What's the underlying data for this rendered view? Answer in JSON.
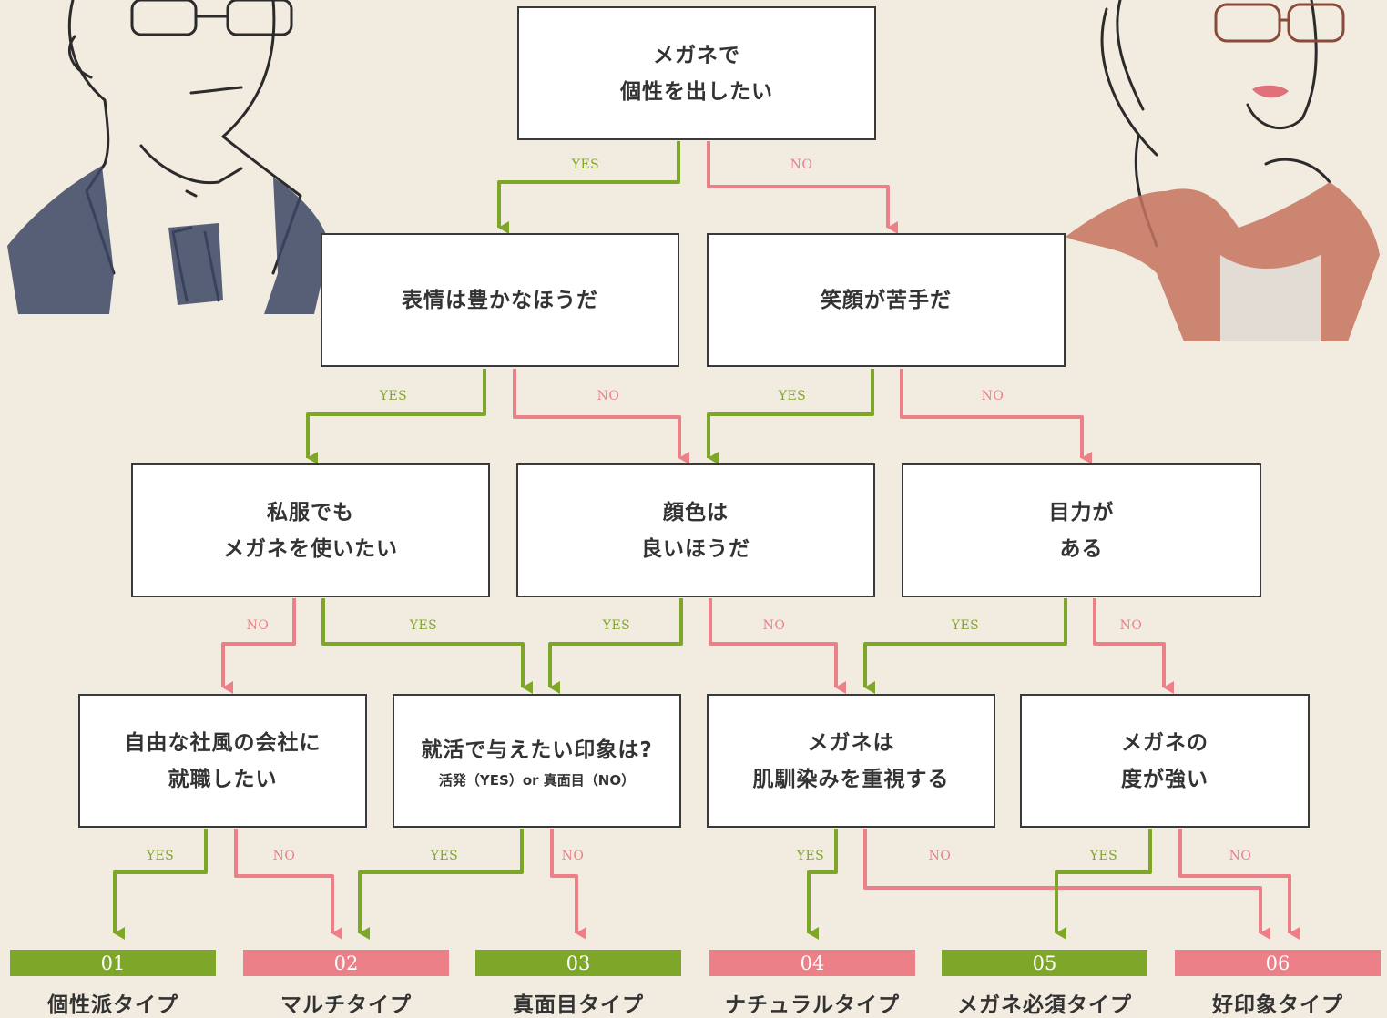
{
  "colors": {
    "background": "#f2ebdf",
    "yes_green": "#7ea72a",
    "no_pink": "#ec8088",
    "box_border": "#3a3a3a",
    "text": "#333333"
  },
  "labels": {
    "yes": "YES",
    "no": "NO"
  },
  "questions": [
    {
      "id": "q1",
      "text": "メガネで\n個性を出したい"
    },
    {
      "id": "q2",
      "text": "表情は豊かなほうだ"
    },
    {
      "id": "q3",
      "text": "笑顔が苦手だ"
    },
    {
      "id": "q4",
      "text": "私服でも\nメガネを使いたい"
    },
    {
      "id": "q5",
      "text": "顔色は\n良いほうだ"
    },
    {
      "id": "q6",
      "text": "目力が\nある"
    },
    {
      "id": "q7",
      "text": "自由な社風の会社に\n就職したい"
    },
    {
      "id": "q8",
      "text": "就活で与えたい印象は?",
      "sub": "活発（YES）or 真面目（NO）"
    },
    {
      "id": "q9",
      "text": "メガネは\n肌馴染みを重視する"
    },
    {
      "id": "q10",
      "text": "メガネの\n度が強い"
    }
  ],
  "results": [
    {
      "num": "01",
      "name": "個性派タイプ",
      "color": "#7ea72a"
    },
    {
      "num": "02",
      "name": "マルチタイプ",
      "color": "#ec8088"
    },
    {
      "num": "03",
      "name": "真面目タイプ",
      "color": "#7ea72a"
    },
    {
      "num": "04",
      "name": "ナチュラルタイプ",
      "color": "#ec8088"
    },
    {
      "num": "05",
      "name": "メガネ必須タイプ",
      "color": "#7ea72a"
    },
    {
      "num": "06",
      "name": "好印象タイプ",
      "color": "#ec8088"
    }
  ],
  "illustrations": [
    {
      "icon": "man-with-glasses-illustration"
    },
    {
      "icon": "woman-with-glasses-illustration"
    }
  ]
}
